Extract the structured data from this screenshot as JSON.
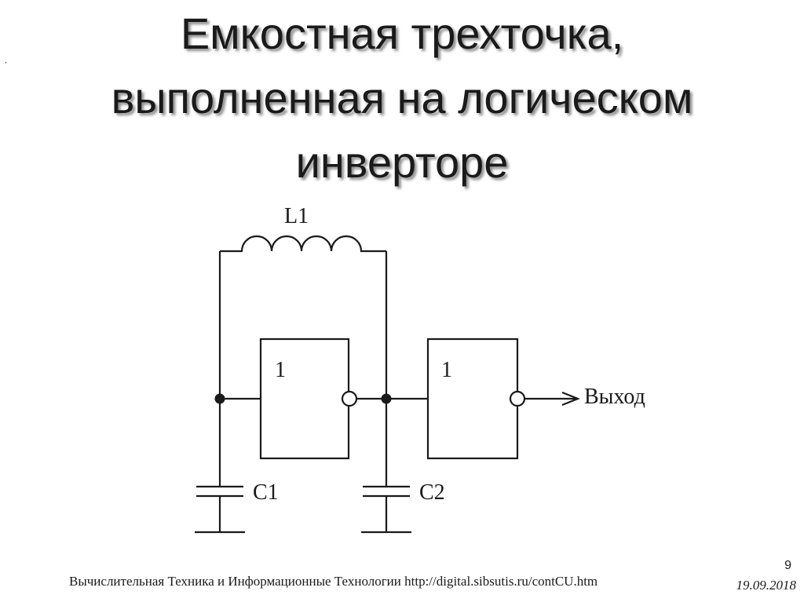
{
  "title": {
    "line1": "Емкостная трехточка,",
    "line2": "выполненная на логическом",
    "line3": "инверторе"
  },
  "stray_mark": ",",
  "diagram": {
    "inductor_label": "L1",
    "inverter1_label": "1",
    "inverter2_label": "1",
    "output_label": "Выход",
    "capacitor1_label": "С1",
    "capacitor2_label": "С2"
  },
  "footer": {
    "source": "Вычислительная Техника и Информационные Технологии http://digital.sibsutis.ru/contCU.htm",
    "page_number": "9",
    "date": "19.09.2018"
  }
}
